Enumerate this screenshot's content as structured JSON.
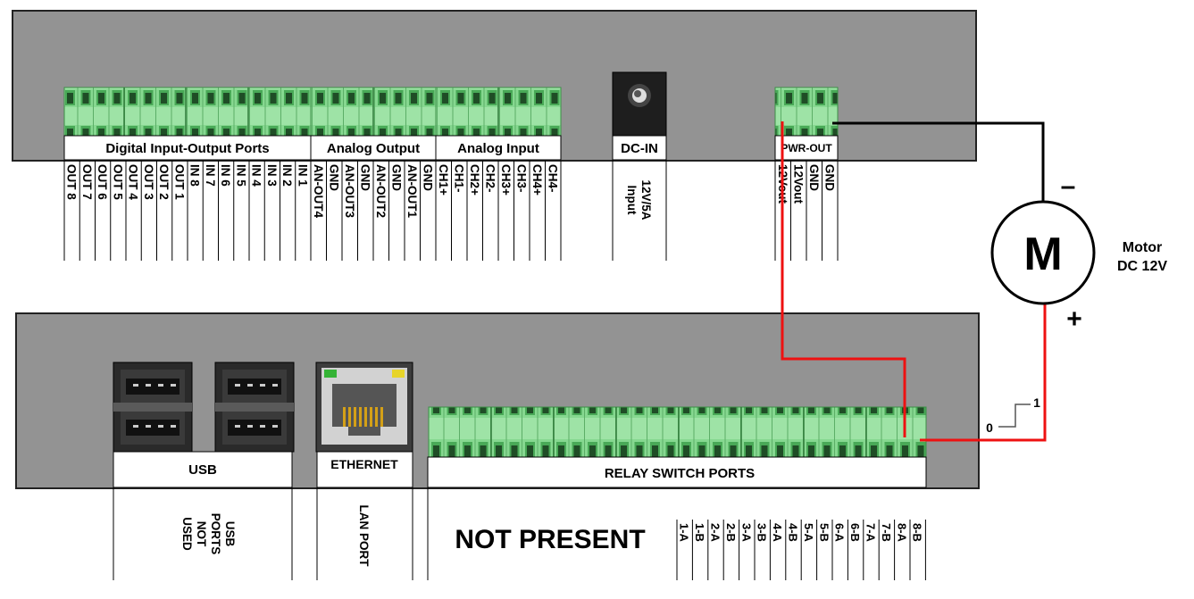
{
  "colors": {
    "panel": "#939393",
    "terminal": "#7fd08a",
    "terminal_dark": "#3f9e4c",
    "wire_red": "#ee1111",
    "wire_black": "#000000"
  },
  "top_board": {
    "section_labels": {
      "digital": "Digital Input-Output Ports",
      "analog_out": "Analog Output",
      "analog_in": "Analog Input",
      "dc_in": "DC-IN",
      "pwr_out": "PWR-OUT"
    },
    "digital_pins": [
      "OUT 8",
      "OUT 7",
      "OUT 6",
      "OUT 5",
      "OUT 4",
      "OUT 3",
      "OUT 2",
      "OUT 1",
      "IN 8",
      "IN 7",
      "IN 6",
      "IN 5",
      "IN 4",
      "IN 3",
      "IN 2",
      "IN 1"
    ],
    "analog_out_pins": [
      "AN-OUT4",
      "GND",
      "AN-OUT3",
      "GND",
      "AN-OUT2",
      "GND",
      "AN-OUT1",
      "GND"
    ],
    "analog_in_pins": [
      "CH1+",
      "CH1-",
      "CH2+",
      "CH2-",
      "CH3+",
      "CH3-",
      "CH4+",
      "CH4-"
    ],
    "dc_in_pin_lines": [
      "12V/5A",
      "Input"
    ],
    "pwr_out_pins": [
      "12Vout",
      "12Vout",
      "GND",
      "GND"
    ]
  },
  "motor": {
    "symbol": "M",
    "label_lines": [
      "Motor",
      "DC 12V"
    ],
    "minus": "–",
    "plus": "+"
  },
  "switch_indicator": {
    "low": "0",
    "high": "1"
  },
  "bottom_board": {
    "usb_label": "USB",
    "ethernet_label": "ETHERNET",
    "relay_label": "RELAY SWITCH PORTS",
    "usb_pin_lines": [
      "USB",
      "PORTS",
      "NOT",
      "USED"
    ],
    "lan_pin": "LAN PORT",
    "not_present": "NOT PRESENT",
    "relay_pins": [
      "1-A",
      "1-B",
      "2-A",
      "2-B",
      "3-A",
      "3-B",
      "4-A",
      "4-B",
      "5-A",
      "5-B",
      "6-A",
      "6-B",
      "7-A",
      "7-B",
      "8-A",
      "8-B"
    ]
  }
}
